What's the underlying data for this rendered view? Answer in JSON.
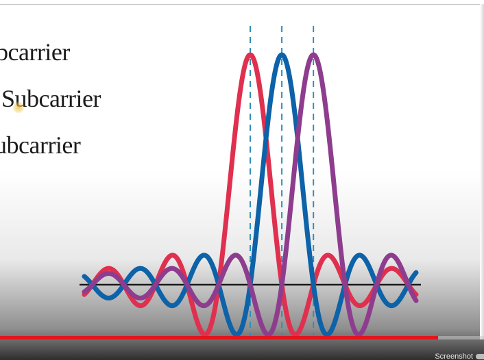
{
  "slide": {
    "labels": [
      "bcarrier",
      "Subcarrier",
      "ubcarrier"
    ]
  },
  "chart_data": {
    "type": "line",
    "title": "",
    "xlabel": "",
    "ylabel": "",
    "grid": false,
    "series": [
      {
        "color": "#e0304f",
        "peak": 1
      },
      {
        "color": "#0d62a8",
        "peak": 2
      },
      {
        "color": "#8e3d8e",
        "peak": 3
      }
    ],
    "x_range": [
      -4.25,
      6.25
    ],
    "y_range": [
      -0.3,
      1.0
    ],
    "marker_lines": [
      1,
      2,
      3
    ]
  },
  "player": {
    "progress": 0.905
  },
  "overlay": {
    "watermark": "Screenshot"
  }
}
